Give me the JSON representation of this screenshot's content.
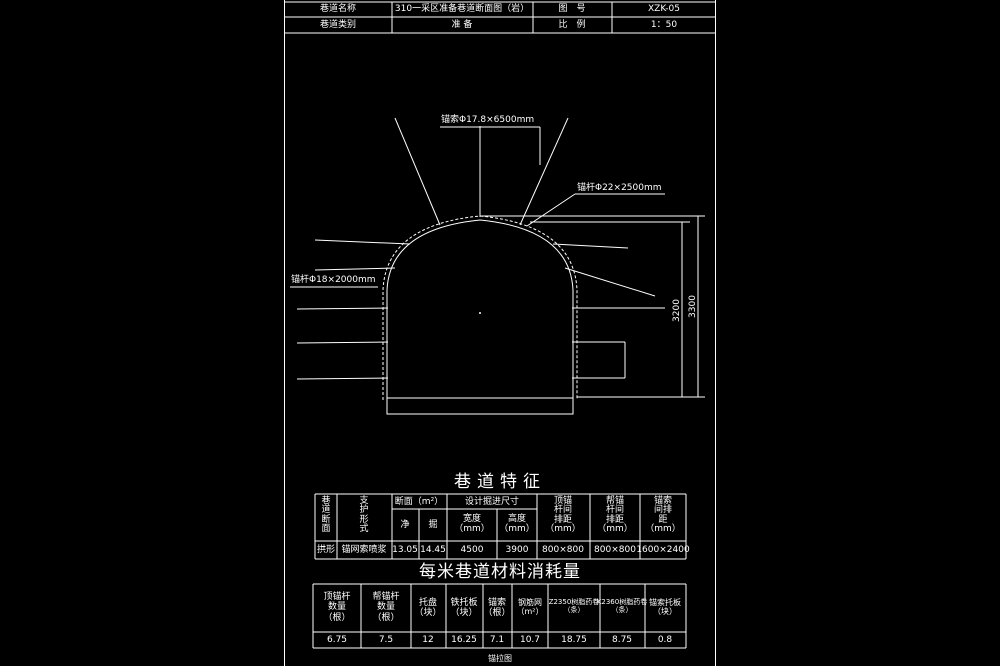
{
  "title_block": {
    "name_label": "巷道名称",
    "name_value": "310一采区准备巷道断面图（岩）",
    "drawing_no_label": "图　号",
    "drawing_no_value": "XZK-05",
    "type_label": "巷道类别",
    "type_value": "准 备",
    "scale_label": "比　例",
    "scale_value": "1：50"
  },
  "drawing": {
    "cable_label": "锚索Φ17.8×6500mm",
    "bolt_top_label": "锚杆Φ22×2500mm",
    "bolt_side_label": "锚杆Φ18×2000mm",
    "dim_inner": "3200",
    "dim_outer": "3300"
  },
  "features": {
    "title": "巷道特征",
    "col_shape": "巷\n道\n断\n面",
    "col_support": "支\n护\n形\n式",
    "col_area": "断面（m²）",
    "col_area_net": "净",
    "col_area_rough": "掘",
    "col_design": "设计掘进尺寸",
    "col_width": "宽度\n（mm）",
    "col_height": "高度\n（mm）",
    "col_top_bolt": "顶锚\n杆间\n排距\n（mm）",
    "col_side_bolt": "帮锚\n杆间\n排距\n（mm）",
    "col_cable": "锚索\n间排\n距\n（mm）",
    "row": [
      "拱形",
      "锚网索喷浆",
      "13.05",
      "14.45",
      "4500",
      "3900",
      "800×800",
      "800×800",
      "1600×2400"
    ]
  },
  "materials": {
    "title": "每米巷道材料消耗量",
    "headers": [
      "顶锚杆\n数量\n（根）",
      "帮锚杆\n数量\n（根）",
      "托盘\n（块）",
      "铁托板\n（块）",
      "锚索\n（根）",
      "钢筋网\n（m²）",
      "Z2350树脂药卷\n（条）",
      "K2360树脂药卷\n（条）",
      "锚索托板\n（块）"
    ],
    "values": [
      "6.75",
      "7.5",
      "12",
      "16.25",
      "7.1",
      "10.7",
      "18.75",
      "8.75",
      "0.8"
    ]
  },
  "footer": "锚拉图"
}
